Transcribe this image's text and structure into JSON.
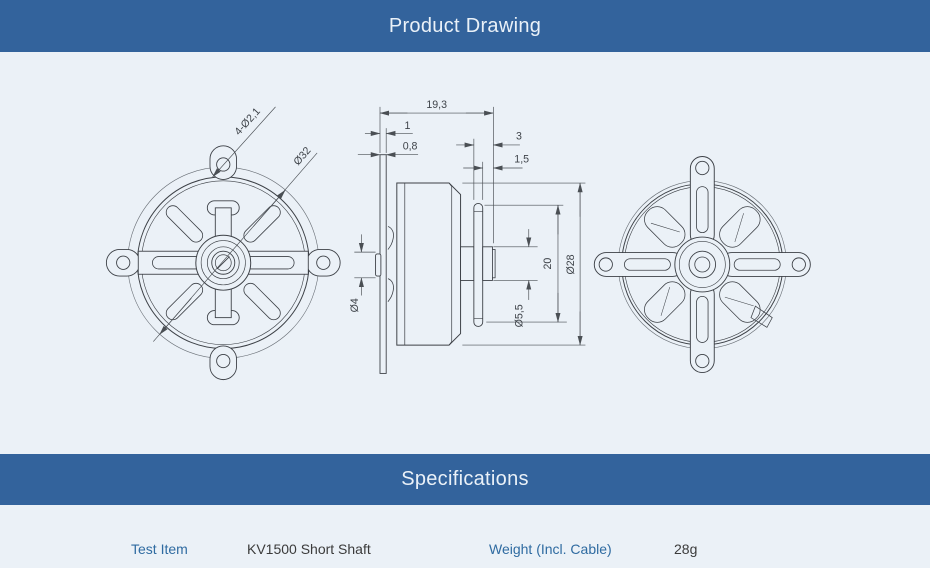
{
  "header": {
    "title": "Product Drawing"
  },
  "drawing": {
    "front_view": {
      "mount_holes_label": "4-Ø2,1",
      "bolt_circle_diameter_label": "Ø32"
    },
    "side_view": {
      "total_length": "19,3",
      "collar_thickness": "1",
      "plate_thickness": "0,8",
      "shaft_extension": "3",
      "hub_step": "1,5",
      "shaft_boss_diameter": "Ø4",
      "hub_diameter": "Ø5,5",
      "mount_span": "20",
      "bell_diameter": "Ø28"
    }
  },
  "specifications": {
    "title": "Specifications",
    "row": {
      "item_label": "Test Item",
      "item_value": "KV1500 Short Shaft",
      "weight_label": "Weight (Incl. Cable)",
      "weight_value": "28g"
    }
  },
  "colors": {
    "banner_blue": "#33639C",
    "page_background": "#EBF1F7",
    "label_blue": "#2F6BA1",
    "text_dark": "#3B3B3B",
    "line_dark": "#3C4046",
    "dimension_gray": "#4A4F54"
  }
}
